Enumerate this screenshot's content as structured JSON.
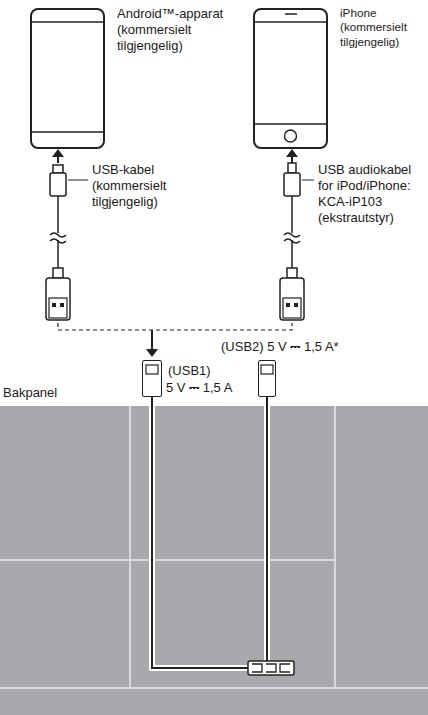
{
  "diagram": {
    "nodes": [
      {
        "text": [
          "Android™-apparat (kommersielt tilgjengelig)"
        ]
      },
      {
        "text": [
          "iPhone (kommersielt tilgjengelig)"
        ]
      },
      {
        "text": [
          "Bakpanel"
        ]
      },
      {
        "text": [
          "(USB1)",
          "5 V ⎓ 1,5 A"
        ]
      },
      {
        "text": [
          "(USB2) 5 V ⎓ 1,5 A*"
        ]
      }
    ],
    "labels": [
      "USB-kabel (kommersielt tilgjengelig)",
      "USB audiokabel for iPod/iPhone: KCA-iP103 (ekstrautstyr)"
    ]
  }
}
